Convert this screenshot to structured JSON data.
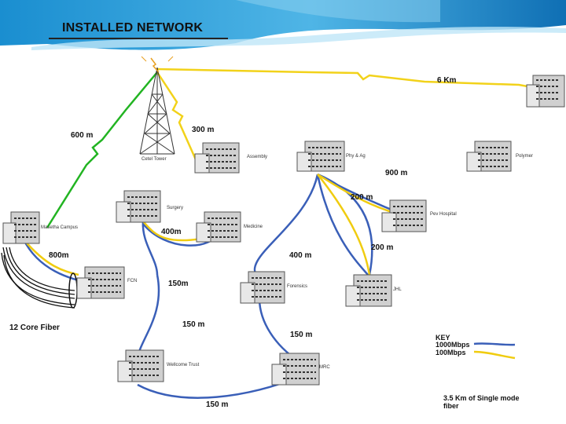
{
  "title": "INSTALLED NETWORK",
  "colors": {
    "fiber_1000": "#3a5fb8",
    "fiber_100": "#f0cc10",
    "wireless": "#22b422",
    "wireless_yellow": "#f2d21a",
    "header_blue": "#1a8ed0"
  },
  "tower_label": "Cetel Tower",
  "buildings": {
    "top_right": "",
    "assembly": "Assembly",
    "pharmacy": "Phy & Ag",
    "polymer": "Polymer",
    "surgery": "Surgery",
    "medicine": "Medicine",
    "main_campus": "Masetha Campus",
    "hospital": "Pev Hospital",
    "fcn": "FCN",
    "forensics": "Forensics",
    "jhl": "JHL",
    "wellcome": "Wellcome Trust",
    "mrc": "MRC"
  },
  "distances": {
    "d6km": "6 Km",
    "d600": "600 m",
    "d300": "300 m",
    "d900": "900 m",
    "d200a": "200 m",
    "d400a": "400m",
    "d800": "800m",
    "d200b": "200 m",
    "d400b": "400 m",
    "d150a": "150m",
    "d150b": "150 m",
    "d150c": "150 m",
    "d150d": "150 m"
  },
  "fiber_label": "12 Core Fiber",
  "key": {
    "title": "KEY",
    "fast": "1000Mbps",
    "slow": "100Mbps"
  },
  "note": "3.5 Km of Single mode fiber"
}
